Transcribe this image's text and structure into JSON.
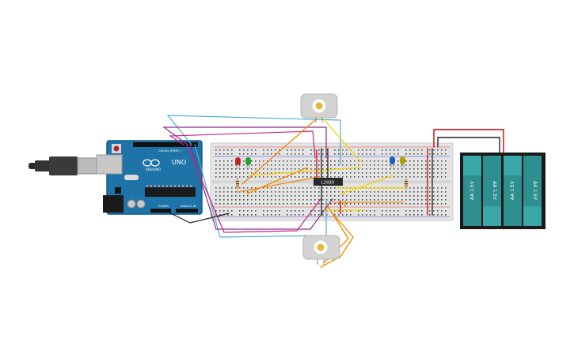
{
  "arduino": {
    "brand": "ARDUINO",
    "model": "UNO",
    "header_digital": "DIGITAL (PWM~)",
    "header_power": "POWER",
    "header_analog": "ANALOG IN"
  },
  "driver_ic": {
    "label": "L293D"
  },
  "battery_pack": {
    "cell_labels": [
      "AA 1.5V",
      "AA 1.5V",
      "AA 1.5V",
      "AA 1.5V"
    ]
  },
  "colors": {
    "arduino_board": "#1e73a8",
    "breadboard": "#e4e4e4",
    "wire_cyan": "#4fb3c4",
    "wire_purple": "#8e2a8c",
    "wire_magenta": "#c2268a",
    "wire_orange": "#f08a00",
    "wire_yellow": "#f5d000",
    "wire_red": "#d40000",
    "wire_black": "#222222",
    "led_red": "#c42020",
    "led_green": "#2aa02a",
    "led_blue": "#1c5fc0",
    "led_yellow": "#b8a000",
    "battery_cell": "#3aa8a8"
  },
  "icons": {
    "motor": "dc-motor-icon",
    "usb": "usb-cable-icon",
    "battery": "battery-pack-icon"
  }
}
